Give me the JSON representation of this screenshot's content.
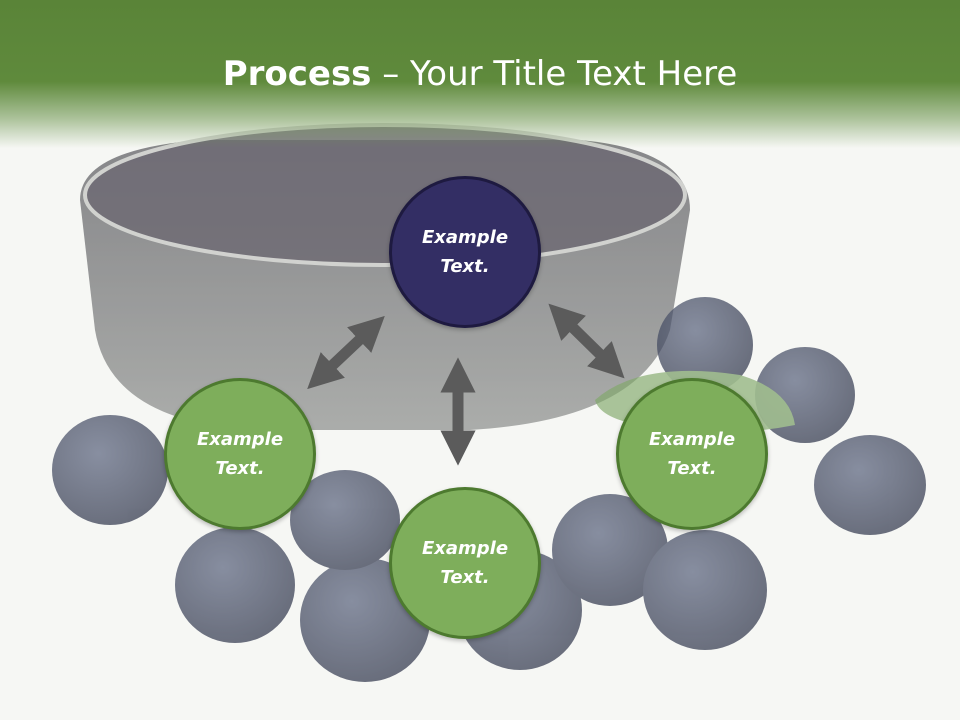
{
  "title": {
    "bold": "Process",
    "rest": " – Your Title Text Here"
  },
  "nodes": {
    "top": {
      "text": "Example Text.",
      "color": "#332e64"
    },
    "left": {
      "text": "Example Text.",
      "color": "#7eae5b"
    },
    "bottom": {
      "text": "Example Text.",
      "color": "#7eae5b"
    },
    "right": {
      "text": "Example Text.",
      "color": "#7eae5b"
    }
  },
  "colors": {
    "header": "#5f8a3c",
    "arrow": "#5b5b5b",
    "berry": "#3c4258"
  }
}
